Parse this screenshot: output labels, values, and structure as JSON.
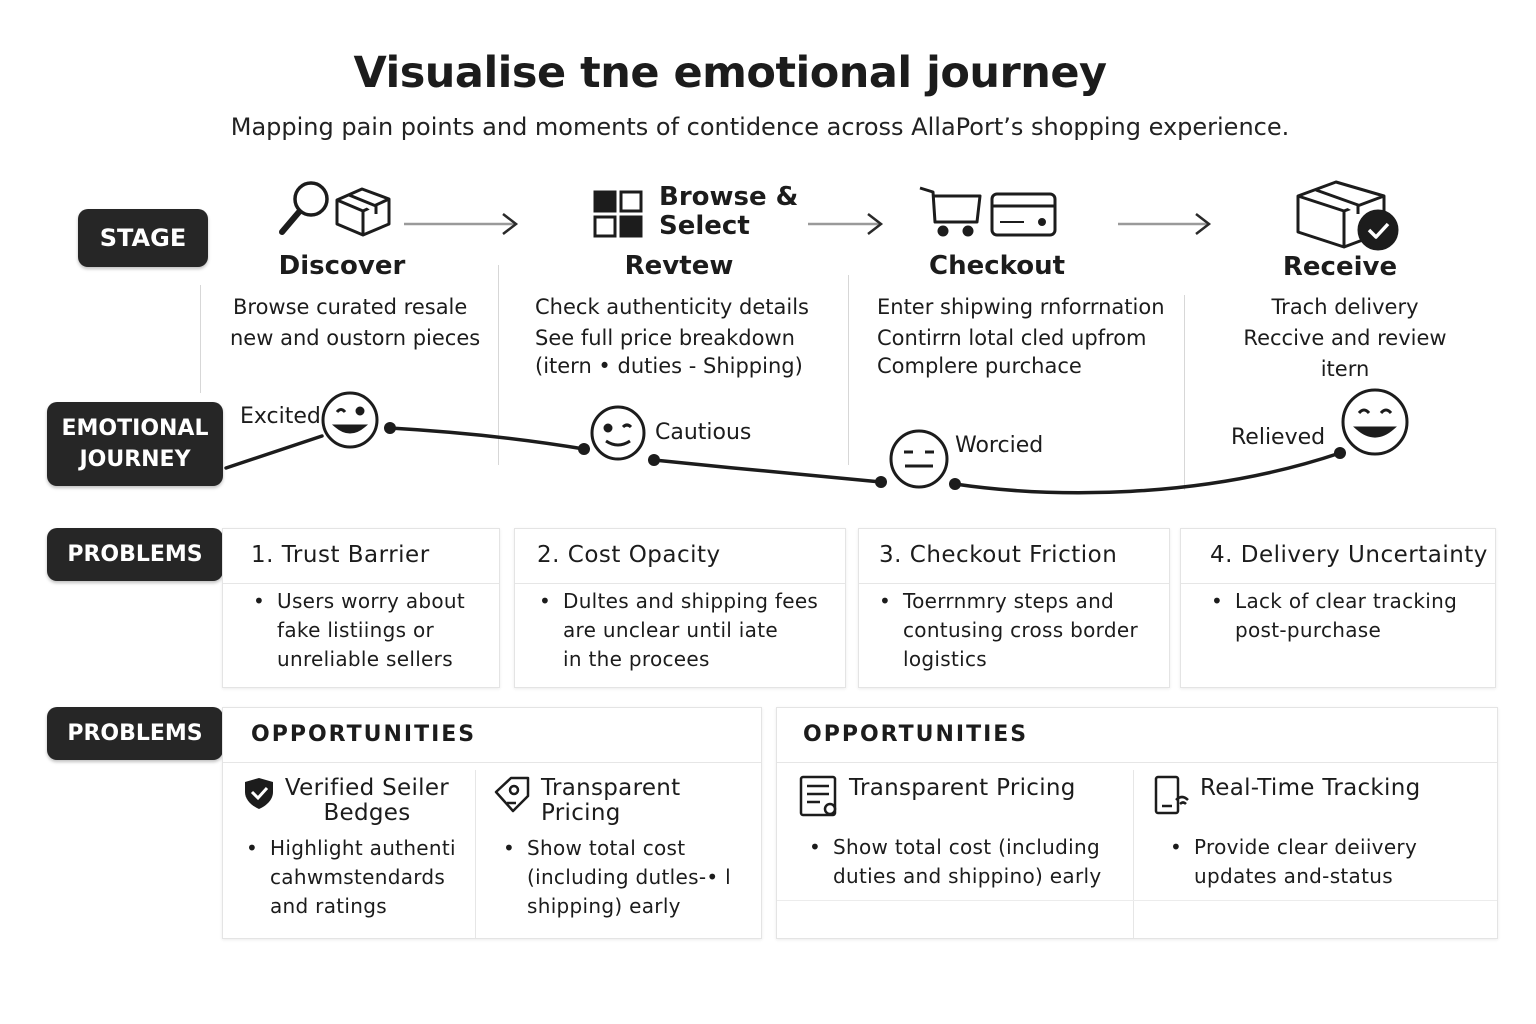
{
  "title": "Visualise tne emotional journey",
  "subtitle": "Mapping pain points and moments of contidence across AllaPort’s shopping experience.",
  "row_labels": {
    "stage": "STAGE",
    "emotional_line1": "EMOTIONAL",
    "emotional_line2": "JOURNEY",
    "problems": "PROBLEMS",
    "problems_2": "PROBLEMS"
  },
  "stages": [
    {
      "name": "Discover",
      "icons": [
        "magnifier-icon",
        "box-icon"
      ],
      "desc": [
        "Browse curated resale",
        "new  and oustorn pieces"
      ]
    },
    {
      "name": "Revtew",
      "icon_label": [
        "Browse &",
        "Select"
      ],
      "icons": [
        "grid-icon"
      ],
      "desc": [
        "Check authenticity details",
        "See full price breakdown",
        "(itern • duties - Shipping)"
      ]
    },
    {
      "name": "Checkout",
      "icons": [
        "cart-icon",
        "credit-card-icon"
      ],
      "desc": [
        "Enter shipwing rnforrnation",
        "Contirrn lotal cled  upfrom",
        "Complere purchace"
      ]
    },
    {
      "name": "Receive",
      "icons": [
        "package-check-icon"
      ],
      "desc": [
        "Trach delivery",
        "Reccive and review itern"
      ]
    }
  ],
  "emotions": [
    {
      "label": "Excited",
      "face": "happy-face-icon"
    },
    {
      "label": "Cautious",
      "face": "neutral-face-icon"
    },
    {
      "label": "Worcied",
      "face": "worried-face-icon"
    },
    {
      "label": "Relieved",
      "face": "relieved-face-icon"
    }
  ],
  "problems": [
    {
      "title": "1. Trust Barrier",
      "lines": [
        "Users worry about",
        "fake listiings or",
        "unreliable sellers"
      ]
    },
    {
      "title": "2. Cost Opacity",
      "lines": [
        "Dultes and shipping fees",
        "are unclear until iate",
        "in the procees"
      ]
    },
    {
      "title": "3. Checkout Friction",
      "lines": [
        "Toerrnmry steps and",
        "contusing cross border",
        "logistics"
      ]
    },
    {
      "title": "4. Delivery Uncertainty",
      "lines": [
        "Lack of clear tracking",
        "post-purchase"
      ]
    }
  ],
  "opportunities": {
    "heading_left": "OPPORTUNITIES",
    "heading_right": "OPPORTUNITIES",
    "items": [
      {
        "icon": "shield-check-icon",
        "title": [
          "Verified Seiler",
          "Bedges"
        ],
        "lines": [
          "Highlight authenti",
          "cahwmstendards",
          "and ratings"
        ]
      },
      {
        "icon": "price-tag-icon",
        "title": [
          "Transparent",
          "Pricing"
        ],
        "lines": [
          "Show total cost",
          "(including dutles-• l",
          "shipping) early"
        ]
      },
      {
        "icon": "receipt-icon",
        "title": [
          "Transparent Pricing"
        ],
        "lines": [
          "Show total cost  (including",
          "duties and shippino) early"
        ]
      },
      {
        "icon": "tracking-device-icon",
        "title": [
          "Real-Time Tracking"
        ],
        "lines": [
          "Provide clear deiivery",
          "updates and-status"
        ]
      }
    ]
  },
  "colors": {
    "pill": "#262626",
    "ink": "#1c1c1c",
    "grid": "#d7d7d7"
  }
}
